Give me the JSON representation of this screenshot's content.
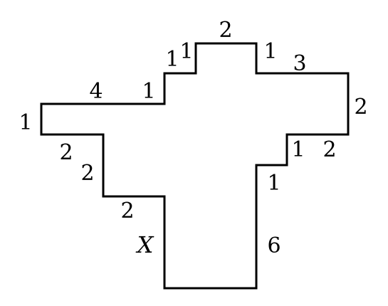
{
  "figure": {
    "line_color": "#000000",
    "background": "#ffffff",
    "labels": {
      "top": "2",
      "top_left_step_outer": "1",
      "top_left_step_inner": "1",
      "top_right_step": "1",
      "top_right_run": "3",
      "left_arm_top": "4",
      "left_arm_step": "1",
      "left_end": "1",
      "right_end": "2",
      "right_step_run": "2",
      "right_step_rise": "1",
      "right_lower_step": "1",
      "left_lower_run": "2",
      "left_lower_drop": "2",
      "left_inner_run": "2",
      "unknown_side": "X",
      "right_long_side": "6"
    }
  }
}
